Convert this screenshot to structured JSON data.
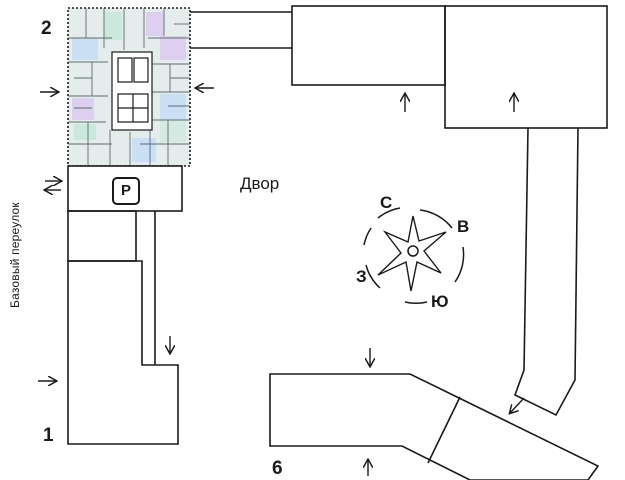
{
  "labels": {
    "yard": "Двор",
    "street": "Базовый переулок",
    "parking": "P"
  },
  "buildings": [
    {
      "number": "2"
    },
    {
      "number": "1"
    },
    {
      "number": "6"
    }
  ],
  "compass": {
    "north": "С",
    "east": "В",
    "west": "З",
    "south": "Ю"
  },
  "colors": {
    "stroke": "#1a1a1a",
    "plan_fill": "#dbe7e6",
    "accent_green": "#bfe3d4",
    "accent_purple": "#d5c9ee",
    "accent_blue": "#bfd8f2"
  }
}
